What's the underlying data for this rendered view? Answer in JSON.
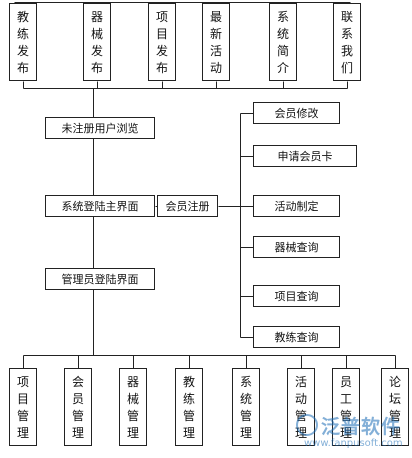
{
  "top_nodes": [
    {
      "id": "t1",
      "label": [
        "教",
        "练",
        "发",
        "布"
      ]
    },
    {
      "id": "t2",
      "label": [
        "器",
        "械",
        "发",
        "布"
      ]
    },
    {
      "id": "t3",
      "label": [
        "项",
        "目",
        "发",
        "布"
      ]
    },
    {
      "id": "t4",
      "label": [
        "最",
        "新",
        "活",
        "动"
      ]
    },
    {
      "id": "t5",
      "label": [
        "系",
        "统",
        "简",
        "介"
      ]
    },
    {
      "id": "t6",
      "label": [
        "联",
        "系",
        "我",
        "们"
      ]
    }
  ],
  "middle_nodes": [
    {
      "id": "m1",
      "label": "未注册用户浏览"
    },
    {
      "id": "m2",
      "label": "系统登陆主界面"
    },
    {
      "id": "m3",
      "label": "会员注册"
    },
    {
      "id": "m4",
      "label": "管理员登陆界面"
    }
  ],
  "right_nodes": [
    {
      "id": "r1",
      "label": "会员修改"
    },
    {
      "id": "r2",
      "label": "申请会员卡"
    },
    {
      "id": "r3",
      "label": "活动制定"
    },
    {
      "id": "r4",
      "label": "器械查询"
    },
    {
      "id": "r5",
      "label": "项目查询"
    },
    {
      "id": "r6",
      "label": "教练查询"
    }
  ],
  "bottom_nodes": [
    {
      "id": "b1",
      "label": [
        "项",
        "目",
        "管",
        "理"
      ]
    },
    {
      "id": "b2",
      "label": [
        "会",
        "员",
        "管",
        "理"
      ]
    },
    {
      "id": "b3",
      "label": [
        "器",
        "械",
        "管",
        "理"
      ]
    },
    {
      "id": "b4",
      "label": [
        "教",
        "练",
        "管",
        "理"
      ]
    },
    {
      "id": "b5",
      "label": [
        "系",
        "统",
        "管",
        "理"
      ]
    },
    {
      "id": "b6",
      "label": [
        "活",
        "动",
        "管",
        "理"
      ]
    },
    {
      "id": "b7",
      "label": [
        "员",
        "工",
        "管",
        "理"
      ]
    },
    {
      "id": "b8",
      "label": [
        "论",
        "坛",
        "管",
        "理"
      ]
    }
  ],
  "watermark": {
    "brand": "泛普软件",
    "url": "www.fanpusoft.com"
  }
}
